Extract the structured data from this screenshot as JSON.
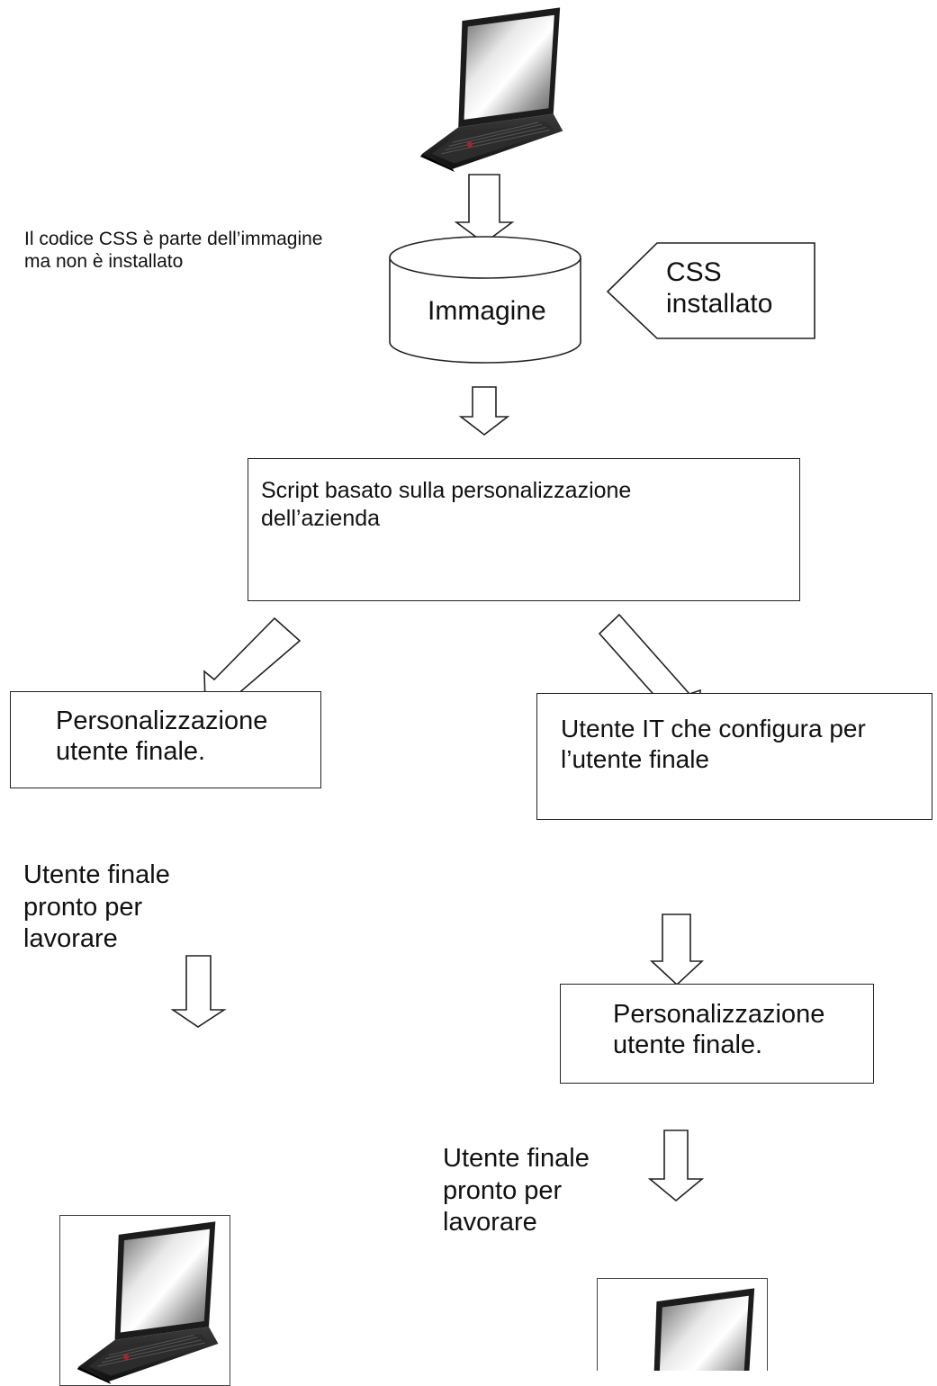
{
  "diagram": {
    "note_css_in_image": "Il codice CSS è parte dell’immagine\nma non è installato",
    "image_store_label": "Immagine",
    "css_installed_label": "CSS\ninstallato",
    "script_box_label": "Script basato sulla personalizzazione\ndell’azienda",
    "left_branch": {
      "customization_label": "Personalizzazione\nutente finale.",
      "ready_label": "Utente finale\npronto per\nlavorare"
    },
    "right_branch": {
      "it_user_label": "Utente IT che configura per\n l’utente finale",
      "customization_label": "Personalizzazione\nutente finale.",
      "ready_label": "Utente finale\npronto per\nlavorare"
    }
  },
  "icons": {
    "source_device": "laptop-icon",
    "left_result_device": "laptop-icon",
    "right_result_device": "laptop-icon"
  },
  "colors": {
    "line": "#222222",
    "background": "#ffffff"
  }
}
